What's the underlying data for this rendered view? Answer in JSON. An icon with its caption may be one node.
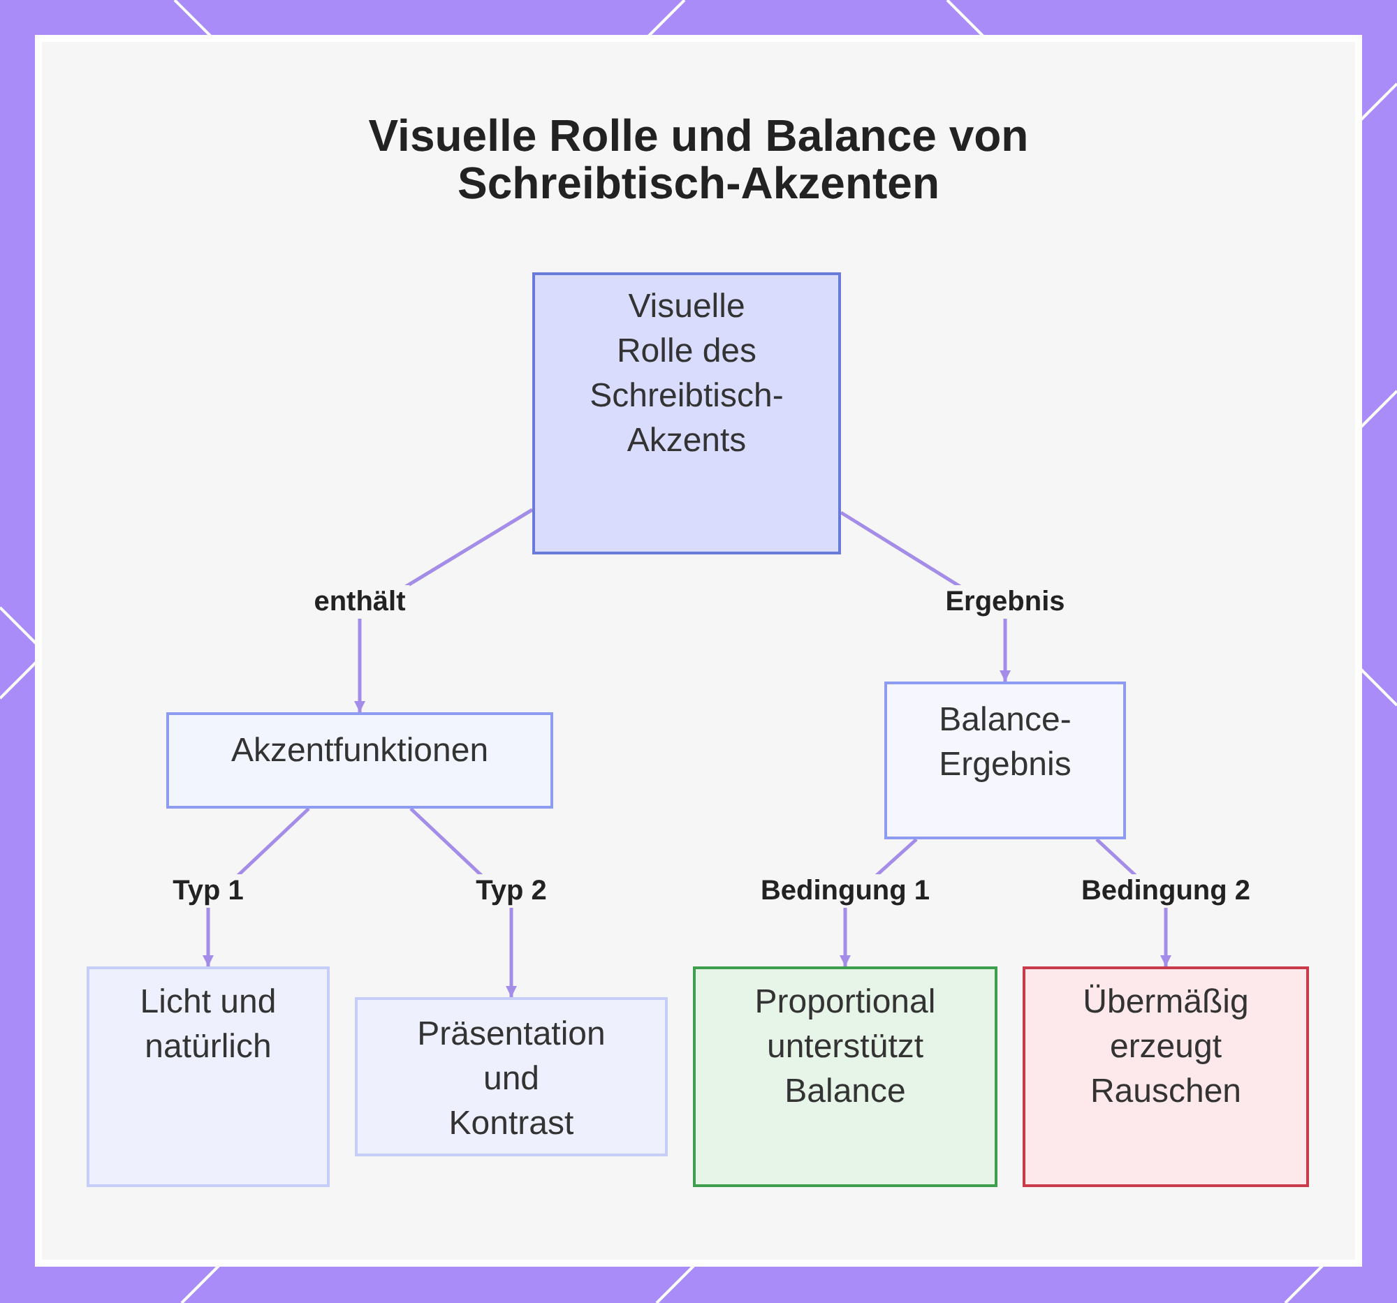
{
  "diagram": {
    "title": "Visuelle Rolle und Balance von Schreibtisch-Akzenten",
    "nodes": [
      {
        "text": [
          "Visuelle Rolle des Schreibtisch-Akzents"
        ]
      },
      {
        "text": [
          "Akzentfunktionen"
        ]
      },
      {
        "text": [
          "Balance-Ergebnis"
        ]
      },
      {
        "text": [
          "Licht und natürlich"
        ]
      },
      {
        "text": [
          "Präsentation und Kontrast"
        ]
      },
      {
        "text": [
          "Proportional unterstützt Balance"
        ]
      },
      {
        "text": [
          "Übermäßig erzeugt Rauschen"
        ]
      }
    ],
    "edges": [
      {
        "from": 0,
        "to": 1,
        "arrow": "to",
        "label": "enthält"
      },
      {
        "from": 0,
        "to": 2,
        "arrow": "to",
        "label": "Ergebnis"
      },
      {
        "from": 1,
        "to": 3,
        "arrow": "to",
        "label": "Typ 1"
      },
      {
        "from": 1,
        "to": 4,
        "arrow": "to",
        "label": "Typ 2"
      },
      {
        "from": 2,
        "to": 5,
        "arrow": "to",
        "label": "Bedingung 1"
      },
      {
        "from": 2,
        "to": 6,
        "arrow": "to",
        "label": "Bedingung 2"
      }
    ]
  }
}
